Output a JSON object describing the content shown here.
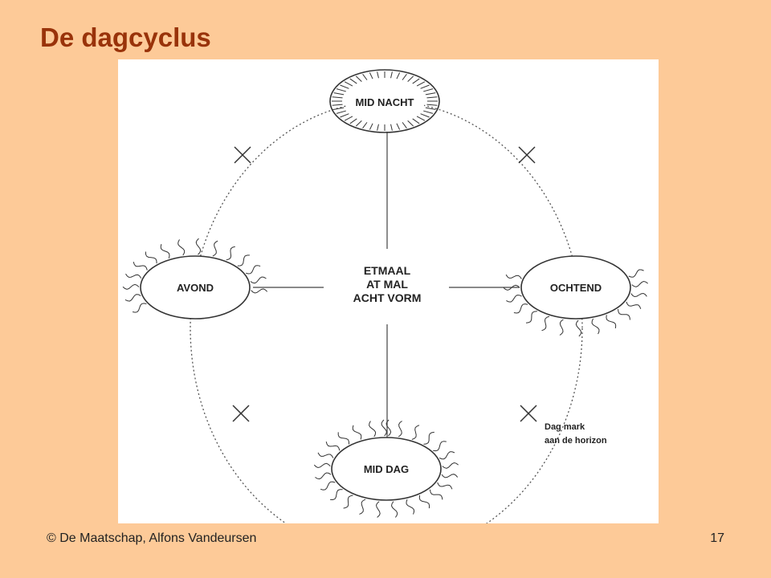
{
  "slide": {
    "title": "De dagcyclus",
    "footer": "© De Maatschap, Alfons Vandeursen",
    "page_number": "17"
  },
  "diagram": {
    "nodes": {
      "top": "MID NACHT",
      "left": "AVOND",
      "right": "OCHTEND",
      "bottom": "MID DAG"
    },
    "center": [
      "ETMAAL",
      "AT MAL",
      "ACHT VORM"
    ],
    "note": [
      "Dag mark",
      "aan de horizon"
    ]
  },
  "colors": {
    "background": "#fdca98",
    "title": "#99330a",
    "panel": "#ffffff",
    "stroke": "#333333"
  }
}
